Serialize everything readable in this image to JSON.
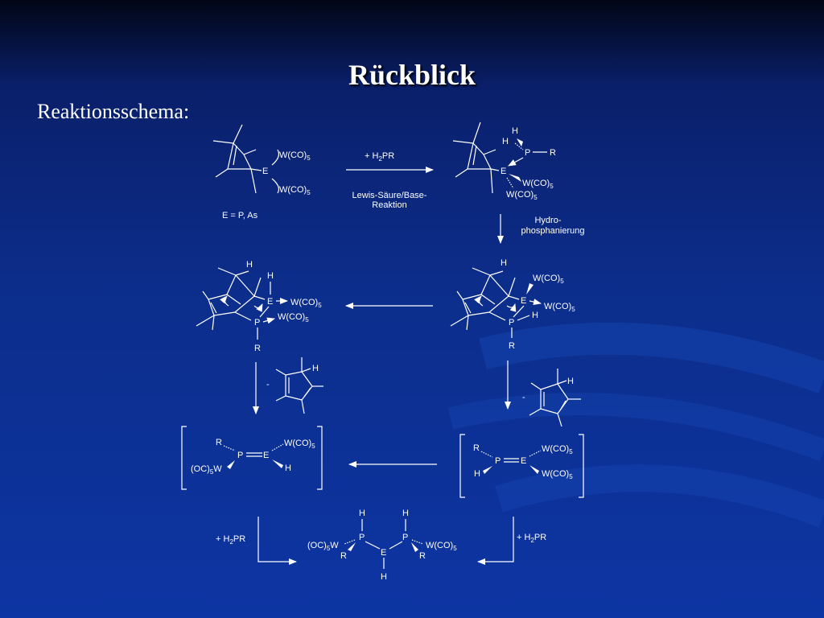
{
  "title": "Rückblick",
  "subtitle": "Reaktionsschema:",
  "scheme": {
    "start": {
      "atom_E": "E",
      "wco_upper": "W(CO)",
      "wco_lower": "W(CO)",
      "sub5": "5",
      "caption": "E = P, As"
    },
    "step1": {
      "reagent_prefix": "+  H",
      "reagent_sub": "2",
      "reagent_suffix": "PR",
      "label_line1": "Lewis-Säure/Base-",
      "label_line2": "Reaktion"
    },
    "adduct": {
      "H_top": "H",
      "H_left": "H",
      "P": "P",
      "R": "R",
      "E": "E",
      "wco1": "W(CO)",
      "wco2": "W(CO)",
      "sub5": "5"
    },
    "step2": {
      "label_line1": "Hydro-",
      "label_line2": "phosphanierung"
    },
    "hydro_right": {
      "H_top": "H",
      "wco_upper": "W(CO)",
      "E": "E",
      "wco_mid": "W(CO)",
      "H_right": "H",
      "P": "P",
      "R": "R",
      "sub5": "5"
    },
    "hydro_left": {
      "H_top": "H",
      "H_E": "H",
      "E": "E",
      "wco_upper": "W(CO)",
      "P": "P",
      "wco_lower": "W(CO)",
      "R": "R",
      "sub5": "5"
    },
    "elim_left": {
      "minus": "-",
      "H": "H"
    },
    "elim_right": {
      "minus": "-",
      "H": "H"
    },
    "ene_left": {
      "R": "R",
      "P": "P",
      "E": "E",
      "wco_right": "W(CO)",
      "wco_left": "(OC)",
      "W": "W",
      "H": "H",
      "sub5": "5"
    },
    "ene_right": {
      "R": "R",
      "P": "P",
      "E": "E",
      "H": "H",
      "wco_upper": "W(CO)",
      "wco_lower": "W(CO)",
      "sub5": "5"
    },
    "final_step": {
      "plus_left_prefix": "+  H",
      "plus_left_sub": "2",
      "plus_left_suffix": "PR",
      "plus_right_prefix": "+  H",
      "plus_right_sub": "2",
      "plus_right_suffix": "PR"
    },
    "product": {
      "H1": "H",
      "H2": "H",
      "P1": "P",
      "P2": "P",
      "wco_left": "(OC)",
      "W": "W",
      "wco_right": "W(CO)",
      "R1": "R",
      "R2": "R",
      "E": "E",
      "H_E": "H",
      "sub5": "5"
    }
  },
  "colors": {
    "background_top": "#020616",
    "background_bottom": "#0d35a3",
    "text": "#ffffff"
  }
}
